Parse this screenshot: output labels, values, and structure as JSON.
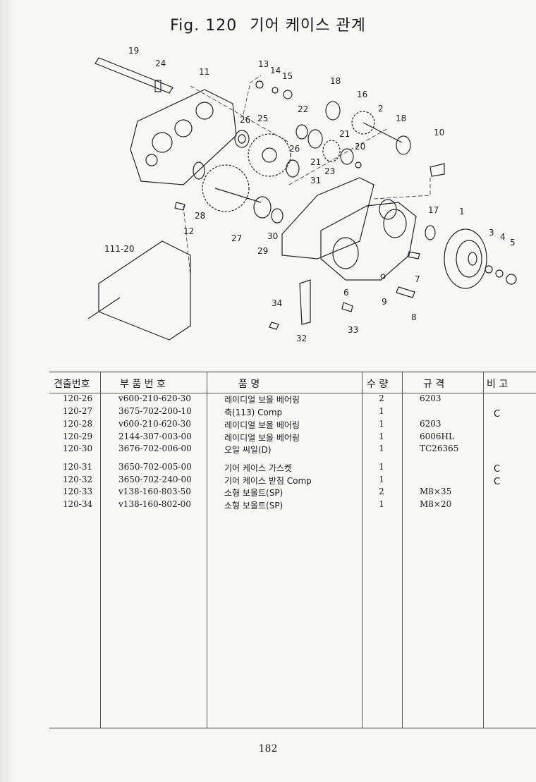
{
  "header": {
    "fig": "Fig. 120",
    "title": "기어 케이스 관계"
  },
  "callouts": [
    "19",
    "24",
    "11",
    "13",
    "14",
    "15",
    "18",
    "16",
    "2",
    "18",
    "10",
    "22",
    "26",
    "25",
    "21",
    "20",
    "21",
    "23",
    "26",
    "31",
    "17",
    "1",
    "3",
    "4",
    "5",
    "28",
    "27",
    "30",
    "29",
    "12",
    "111-20",
    "6",
    "9",
    "7",
    "8",
    "34",
    "33",
    "32"
  ],
  "table": {
    "headers": [
      "견출번호",
      "부  품  번  호",
      "품                              명",
      "수  량",
      "규    격",
      "비    고"
    ],
    "rows": [
      {
        "ref": "120-26",
        "part": "v600-210-620-30",
        "name": "레이디얼 보올 베어링",
        "qty": "2",
        "spec": "6203",
        "note": ""
      },
      {
        "ref": "120-27",
        "part": "3675-702-200-10",
        "name": "축(113) Comp",
        "qty": "1",
        "spec": "",
        "note": "C"
      },
      {
        "ref": "120-28",
        "part": "v600-210-620-30",
        "name": "레이디얼 보올 베어링",
        "qty": "1",
        "spec": "6203",
        "note": ""
      },
      {
        "ref": "120-29",
        "part": "2144-307-003-00",
        "name": "레이디얼 보올 베어링",
        "qty": "1",
        "spec": "6006HL",
        "note": ""
      },
      {
        "ref": "120-30",
        "part": "3676-702-006-00",
        "name": "오일 씨일(D)",
        "qty": "1",
        "spec": "TC26365",
        "note": ""
      },
      {
        "ref": "120-31",
        "part": "3650-702-005-00",
        "name": "기어 케이스 가스켓",
        "qty": "1",
        "spec": "",
        "note": "C"
      },
      {
        "ref": "120-32",
        "part": "3650-702-240-00",
        "name": "기어 케이스 받침 Comp",
        "qty": "1",
        "spec": "",
        "note": "C"
      },
      {
        "ref": "120-33",
        "part": "v138-160-803-50",
        "name": "소형 보올트(SP)",
        "qty": "2",
        "spec": "M8×35",
        "note": ""
      },
      {
        "ref": "120-34",
        "part": "v138-160-802-00",
        "name": "소형 보올트(SP)",
        "qty": "1",
        "spec": "M8×20",
        "note": ""
      }
    ]
  },
  "page_number": "182"
}
